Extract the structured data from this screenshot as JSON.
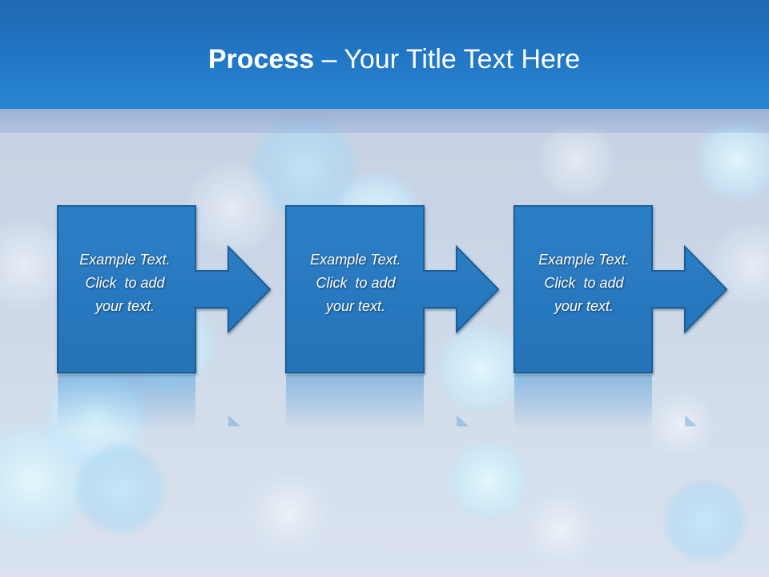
{
  "slide": {
    "title_bold": "Process",
    "title_rest": " – Your Title Text Here",
    "steps": [
      {
        "line1": "Example Text.",
        "line2": "Click  to add",
        "line3": "your text."
      },
      {
        "line1": "Example Text.",
        "line2": "Click  to add",
        "line3": "your text."
      },
      {
        "line1": "Example Text.",
        "line2": "Click  to add",
        "line3": "your text."
      }
    ]
  },
  "colors": {
    "header": "#2178c6",
    "shape_fill": "#2a7bc2",
    "shape_border": "#1d5e96",
    "text": "#ffffff"
  }
}
